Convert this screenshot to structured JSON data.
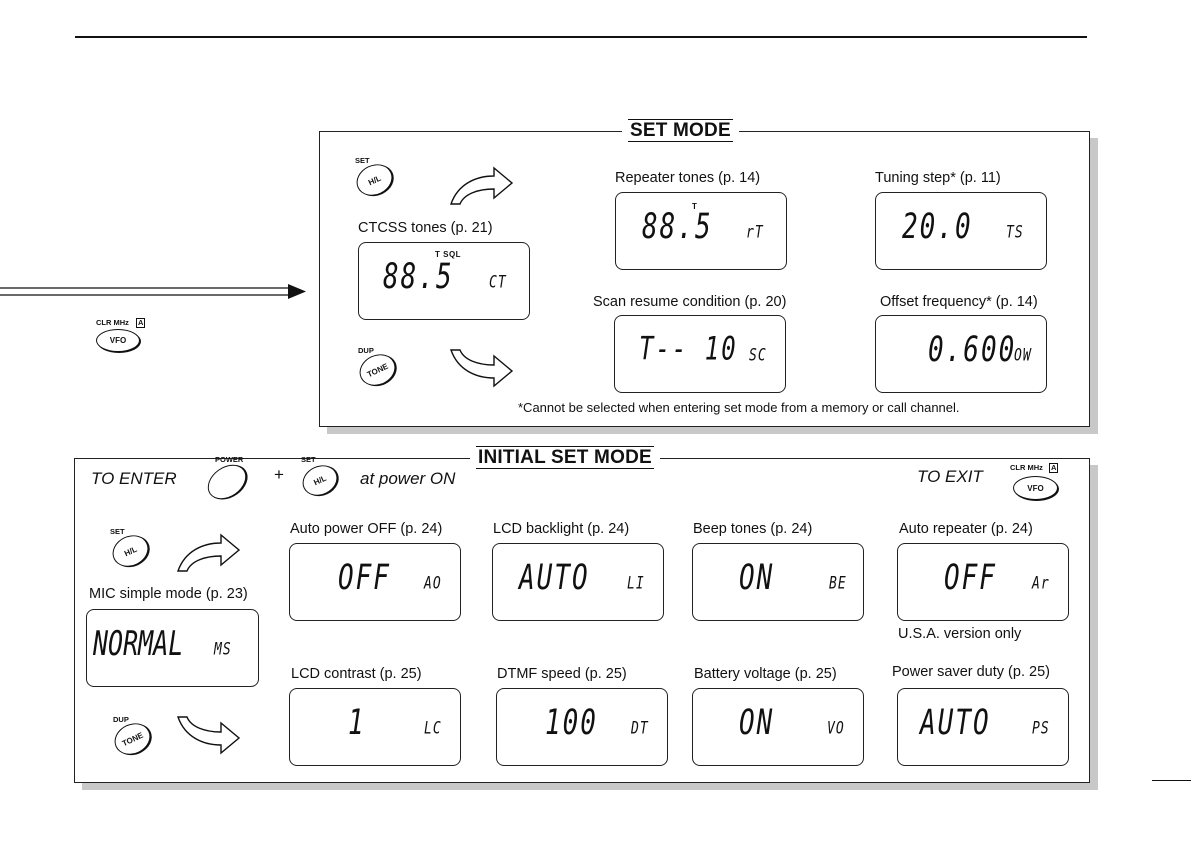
{
  "set_mode": {
    "title": "SET MODE",
    "note": "*Cannot be selected when entering set mode from a memory or call channel.",
    "key_set": {
      "tag": "SET",
      "label": "H/L"
    },
    "key_dup": {
      "tag": "DUP",
      "label": "TONE"
    },
    "ctcss": {
      "label": "CTCSS tones (p. 21)",
      "annunciator": "T SQL",
      "value": "88.5",
      "code": "CT"
    },
    "repeater": {
      "label": "Repeater tones (p. 14)",
      "annunciator": "T",
      "value": "88.5",
      "code": "rT"
    },
    "tuning": {
      "label": "Tuning step* (p. 11)",
      "value": "20.0",
      "code": "TS"
    },
    "scan": {
      "label": "Scan resume condition (p. 20)",
      "value": "T-- 10",
      "code": "SC"
    },
    "offset": {
      "label": "Offset frequency* (p. 14)",
      "value": "0.600",
      "code": "OW"
    }
  },
  "side": {
    "key_tag": "CLR MHz",
    "key_label": "VFO"
  },
  "initial": {
    "title": "INITIAL SET MODE",
    "to_enter": "TO ENTER",
    "power_tag": "POWER",
    "plus": "+",
    "at_power_on": "at power ON",
    "to_exit": "TO EXIT",
    "exit_key_tag": "CLR MHz",
    "exit_key_label": "VFO",
    "key_set": {
      "tag": "SET",
      "label": "H/L"
    },
    "key_dup": {
      "tag": "DUP",
      "label": "TONE"
    },
    "mic": {
      "label": "MIC simple mode (p. 23)",
      "value": "NORMAL",
      "code": "MS"
    },
    "apo": {
      "label": "Auto power OFF (p. 24)",
      "value": "OFF",
      "code": "AO"
    },
    "backlight": {
      "label": "LCD backlight (p. 24)",
      "value": "AUTO",
      "code": "LI"
    },
    "beep": {
      "label": "Beep tones (p. 24)",
      "value": "ON",
      "code": "BE"
    },
    "autorep": {
      "label": "Auto repeater (p. 24)",
      "value": "OFF",
      "code": "Ar",
      "note": "U.S.A. version only"
    },
    "contrast": {
      "label": "LCD contrast (p. 25)",
      "value": "1",
      "code": "LC"
    },
    "dtmf": {
      "label": "DTMF speed (p. 25)",
      "value": "100",
      "code": "DT"
    },
    "battery": {
      "label": "Battery voltage (p. 25)",
      "value": "ON",
      "code": "VO"
    },
    "saver": {
      "label": "Power saver duty (p. 25)",
      "value": "AUTO",
      "code": "PS"
    }
  }
}
